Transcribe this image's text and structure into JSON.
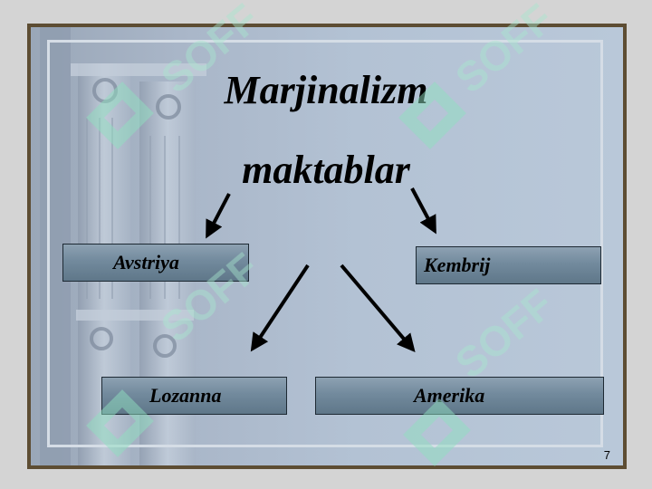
{
  "slide": {
    "title_line1": "Marjinalizm",
    "title_line2": "maktablar",
    "page_number": "7"
  },
  "diagram": {
    "nodes": [
      {
        "id": "austria",
        "label": "Avstriya"
      },
      {
        "id": "cambridge",
        "label": "Kembrij"
      },
      {
        "id": "lausanne",
        "label": "Lozanna"
      },
      {
        "id": "america",
        "label": "Amerika"
      }
    ]
  },
  "watermark": {
    "text": "SOFF"
  },
  "colors": {
    "frame_border": "#5d4d33",
    "box_fill": "#728a9d",
    "arrow": "#000000"
  }
}
